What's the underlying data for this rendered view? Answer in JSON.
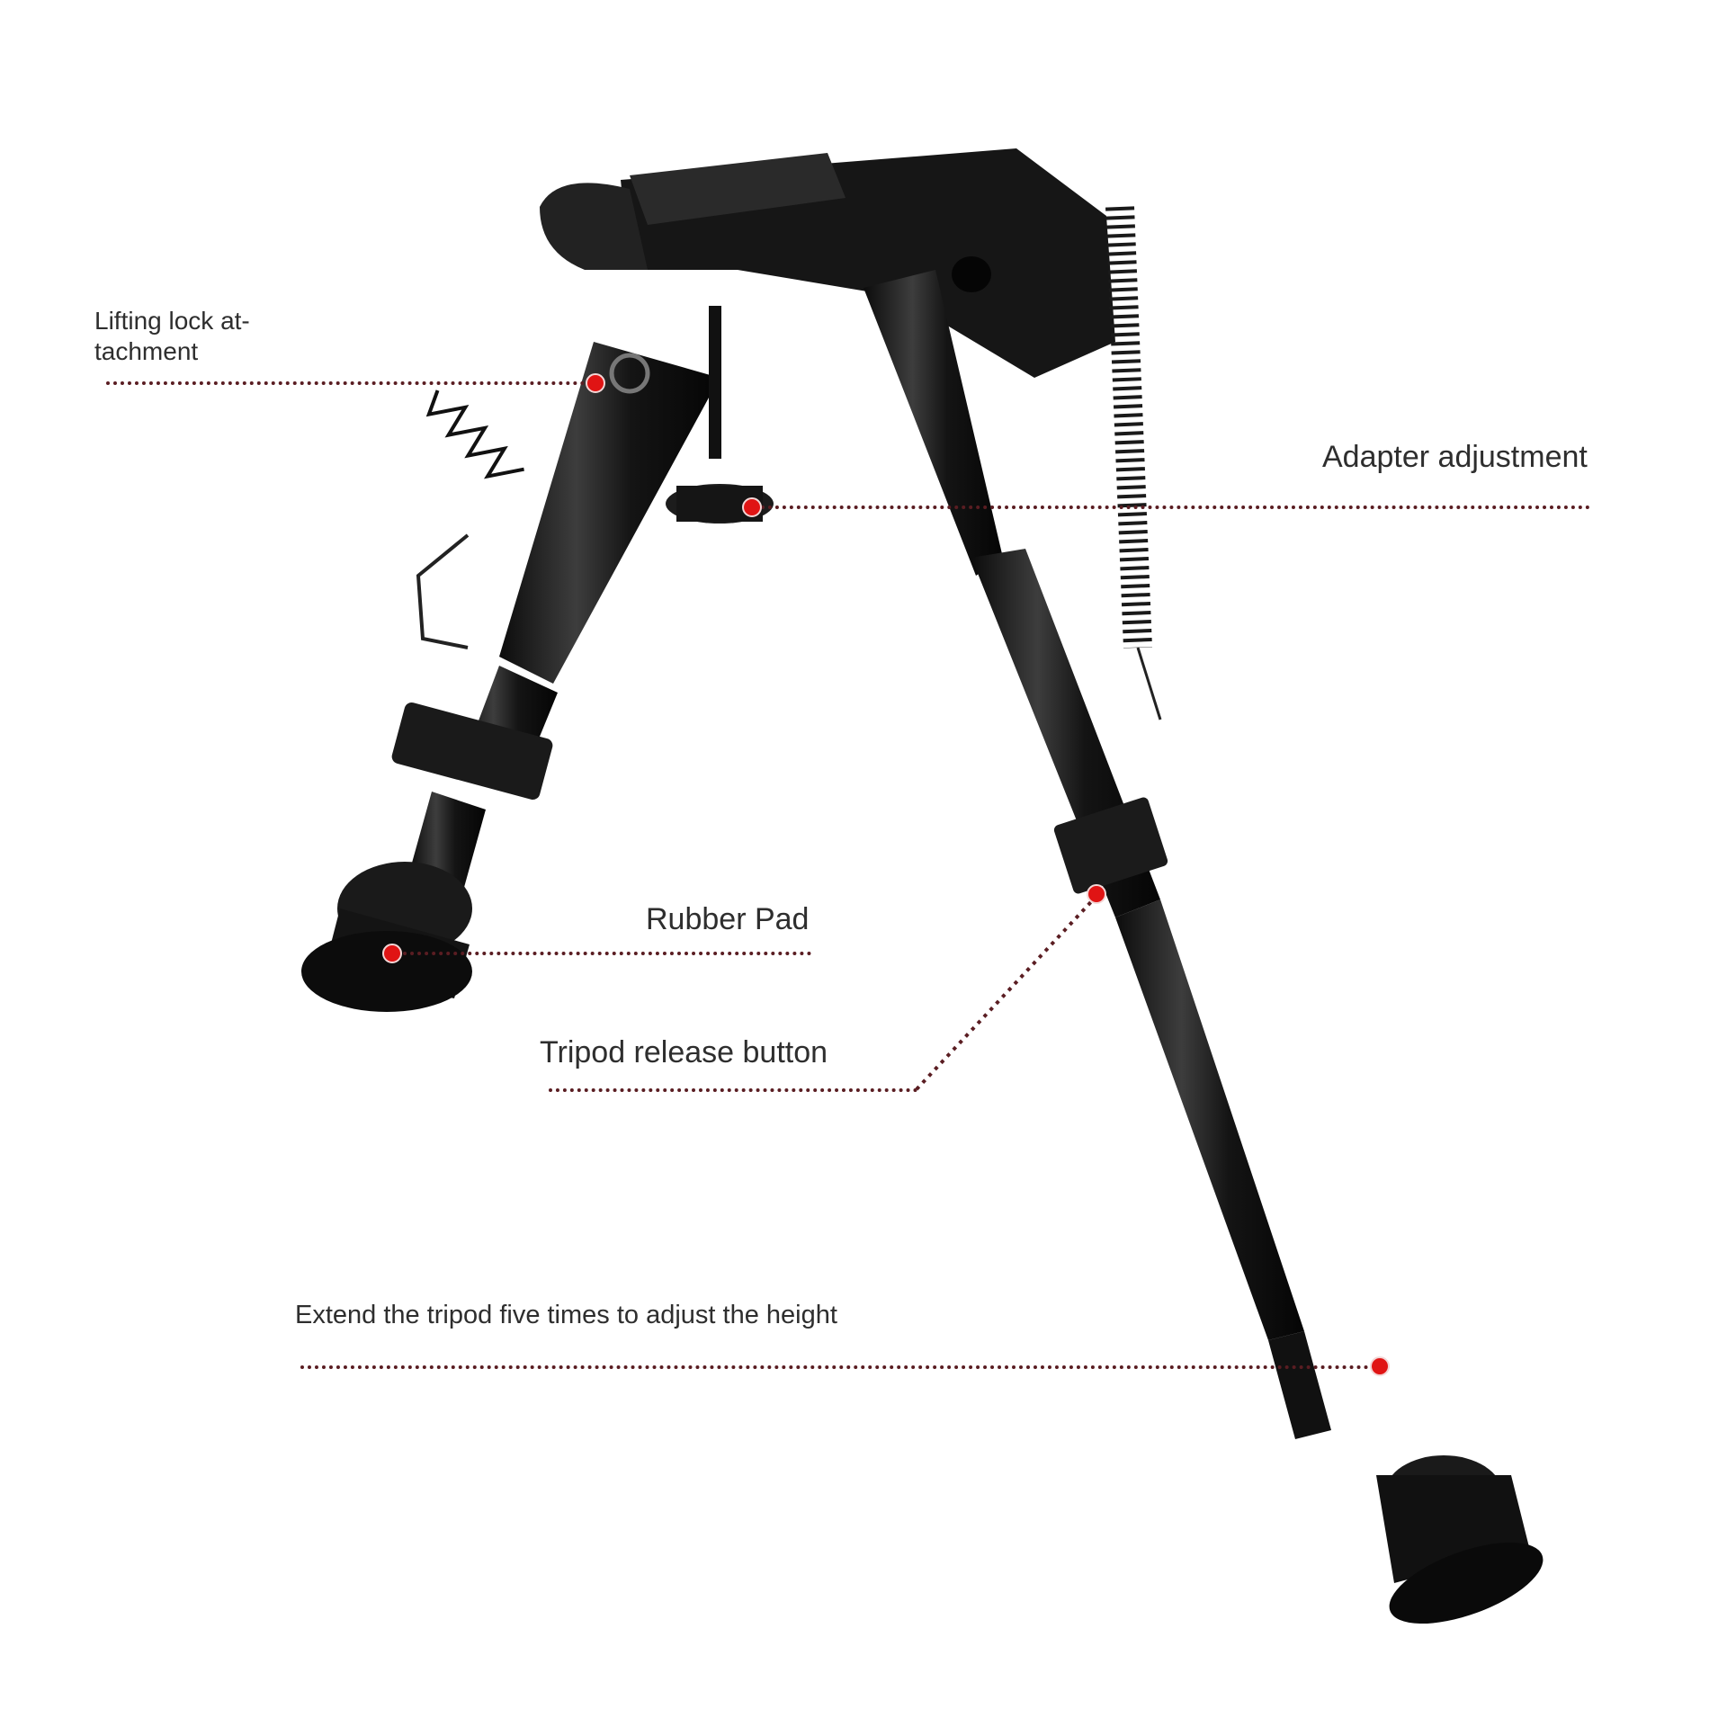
{
  "colors": {
    "background": "#ffffff",
    "metal": "#151515",
    "highlight": "#5c5c5c",
    "leader_line": "#5a1d22",
    "callout_dot": "#e01414",
    "text": "#2e2e2e"
  },
  "callouts": [
    {
      "id": "lifting-lock",
      "label": "Lifting lock at-\ntachment"
    },
    {
      "id": "adapter-adjustment",
      "label": "Adapter adjustment"
    },
    {
      "id": "rubber-pad",
      "label": "Rubber Pad"
    },
    {
      "id": "tripod-release",
      "label": "Tripod release button"
    },
    {
      "id": "extend-height",
      "label": "Extend the tripod five times to adjust the height"
    }
  ]
}
